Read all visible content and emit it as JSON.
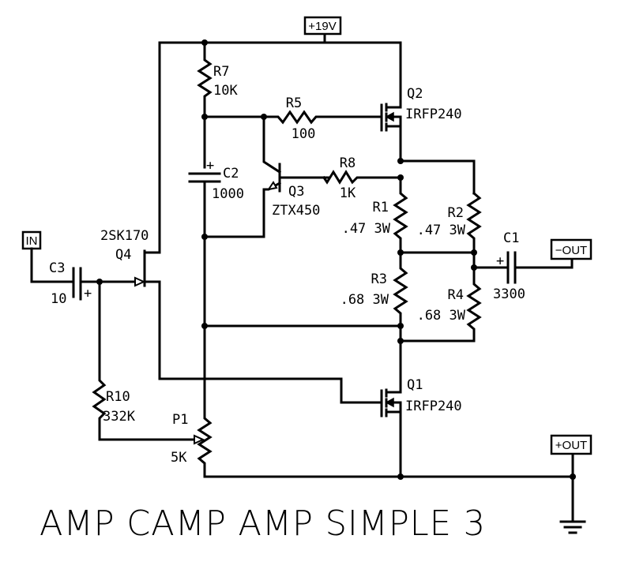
{
  "title": "AMP CAMP AMP SIMPLE 3",
  "ports": {
    "supply": "+19V",
    "input": "IN",
    "neg_out": "−OUT",
    "pos_out": "+OUT"
  },
  "components": {
    "R7": {
      "ref": "R7",
      "value": "10K"
    },
    "R5": {
      "ref": "R5",
      "value": "100"
    },
    "Q2": {
      "ref": "Q2",
      "value": "IRFP240"
    },
    "C2": {
      "ref": "C2",
      "value": "1000"
    },
    "R8": {
      "ref": "R8",
      "value": "1K"
    },
    "Q3": {
      "ref": "Q3",
      "value": "ZTX450"
    },
    "R1": {
      "ref": "R1",
      "value": ".47 3W"
    },
    "R2": {
      "ref": "R2",
      "value": ".47 3W"
    },
    "R3": {
      "ref": "R3",
      "value": ".68 3W"
    },
    "R4": {
      "ref": "R4",
      "value": ".68 3W"
    },
    "C1": {
      "ref": "C1",
      "value": "3300"
    },
    "Q4": {
      "ref": "Q4",
      "value": "2SK170"
    },
    "C3": {
      "ref": "C3",
      "value": "10"
    },
    "R10": {
      "ref": "R10",
      "value": "332K"
    },
    "P1": {
      "ref": "P1",
      "value": "5K"
    },
    "Q1": {
      "ref": "Q1",
      "value": "IRFP240"
    }
  },
  "symbols": {
    "plus": "+"
  }
}
